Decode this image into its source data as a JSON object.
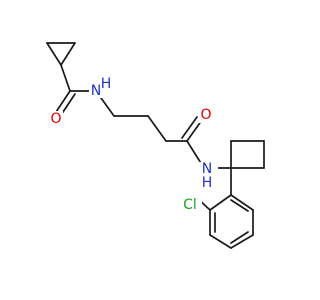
{
  "structure": {
    "atoms": [
      {
        "name": "o-amide-left",
        "label": "O",
        "color": "#e00000"
      },
      {
        "name": "n-amide-left",
        "label": "N",
        "color": "#1f33c4"
      },
      {
        "name": "o-amide-right",
        "label": "O",
        "color": "#e00000"
      },
      {
        "name": "n-amide-right",
        "label": "N",
        "color": "#1f33c4"
      },
      {
        "name": "cl-substituent",
        "label": "Cl",
        "color": "#1ea01e"
      }
    ],
    "hydrogens": [
      {
        "name": "h-amide-left",
        "label": "H",
        "color": "#1f33c4"
      },
      {
        "name": "h-amide-right",
        "label": "H",
        "color": "#1f33c4"
      }
    ]
  }
}
